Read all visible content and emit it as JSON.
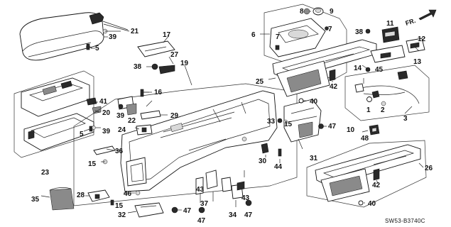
{
  "diagram_code": "SW53-B3740C",
  "direction_label": "FR.",
  "callouts": {
    "c1": "1",
    "c2": "2",
    "c3": "3",
    "c5a": "5",
    "c5b": "5",
    "c6": "6",
    "c7a": "7",
    "c7b": "7",
    "c8": "8",
    "c9": "9",
    "c10": "10",
    "c11": "11",
    "c12": "12",
    "c13": "13",
    "c14": "14",
    "c15a": "15",
    "c15b": "15",
    "c15c": "15",
    "c16": "16",
    "c17": "17",
    "c19": "19",
    "c20": "20",
    "c21": "21",
    "c22": "22",
    "c23": "23",
    "c24": "24",
    "c25": "25",
    "c26": "26",
    "c27": "27",
    "c28": "28",
    "c29": "29",
    "c30": "30",
    "c31": "31",
    "c32": "32",
    "c33": "33",
    "c34": "34",
    "c35": "35",
    "c36": "36",
    "c37": "37",
    "c38a": "38",
    "c38b": "38",
    "c39a": "39",
    "c39b": "39",
    "c39c": "39",
    "c40a": "40",
    "c40b": "40",
    "c41": "41",
    "c42a": "42",
    "c42b": "42",
    "c43a": "43",
    "c43b": "43",
    "c44": "44",
    "c45": "45",
    "c46": "46",
    "c47a": "47",
    "c47b": "47",
    "c47c": "47",
    "c47d": "47",
    "c48": "48"
  }
}
